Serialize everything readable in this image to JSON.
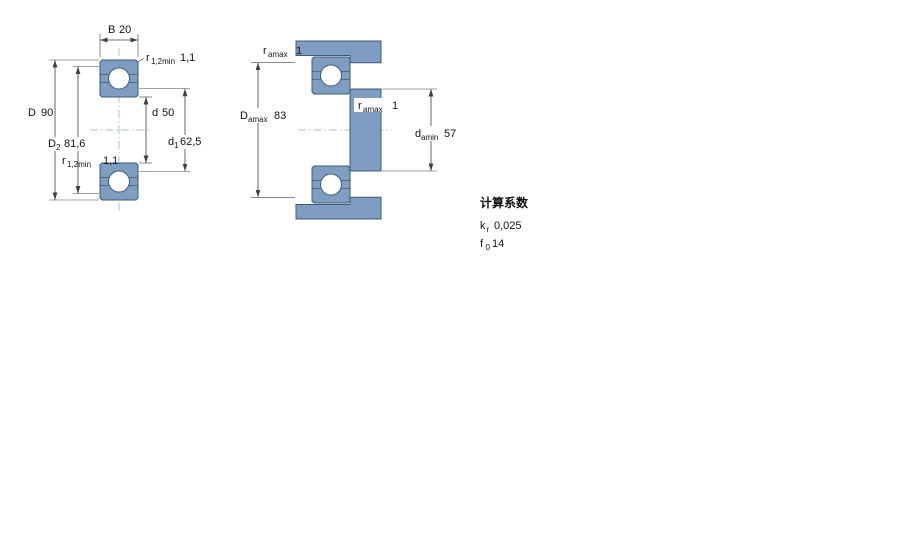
{
  "colors": {
    "part_fill": "#7E9DC1",
    "part_outline": "#3C5A79",
    "dimension_line": "#404040",
    "background": "#FFFFFF"
  },
  "left_figure": {
    "dim_B": {
      "label": "B",
      "value": "20"
    },
    "dim_D": {
      "label": "D",
      "value": "90"
    },
    "dim_D2": {
      "label": "D",
      "sub": "2",
      "value": "81,6"
    },
    "dim_d": {
      "label": "d",
      "value": "50"
    },
    "dim_d1": {
      "label": "d",
      "sub": "1",
      "value": "62,5"
    },
    "dim_r12_top": {
      "label": "r",
      "sub": "1,2min",
      "value": "1,1"
    },
    "dim_r12_bottom": {
      "label": "r",
      "sub": "1,2min",
      "value": "1,1"
    }
  },
  "right_figure": {
    "dim_ra_housing": {
      "label": "r",
      "sub": "amax",
      "value": "1"
    },
    "dim_Da": {
      "label": "D",
      "sub": "amax",
      "value": "83"
    },
    "dim_ra_shaft": {
      "label": "r",
      "sub": "amax",
      "value": "1"
    },
    "dim_da": {
      "label": "d",
      "sub": "amin",
      "value": "57"
    }
  },
  "calculation_factors": {
    "title": "计算系数",
    "kr": {
      "label": "k",
      "sub": "r",
      "value": "0,025"
    },
    "f0": {
      "label": "f",
      "sub": "0",
      "value": "14"
    }
  }
}
